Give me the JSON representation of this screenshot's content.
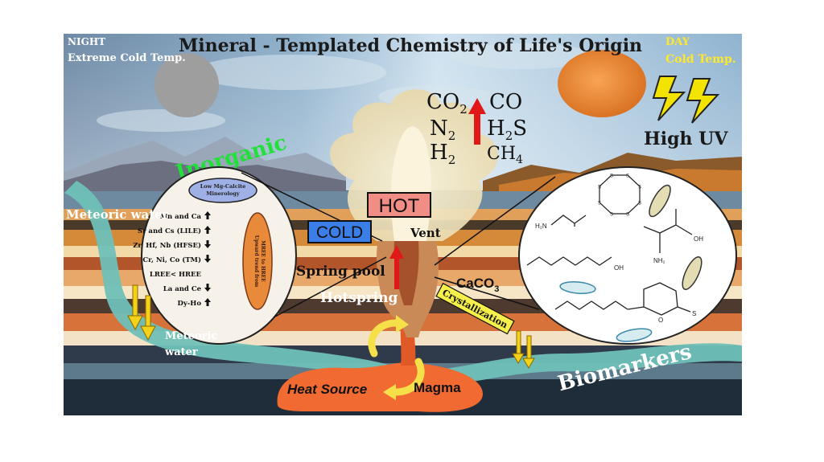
{
  "title": "Mineral - Templated Chemistry of Life's Origin",
  "night": {
    "line1": "NIGHT",
    "line2": "Extreme Cold Temp."
  },
  "day": {
    "line1": "DAY",
    "line2": "Cold Temp."
  },
  "uv_label": "High UV",
  "gases": {
    "left": [
      {
        "base": "CO",
        "sub": "2"
      },
      {
        "base": "N",
        "sub": "2"
      },
      {
        "base": "H",
        "sub": "2"
      }
    ],
    "right": [
      {
        "base": "CO",
        "sub": ""
      },
      {
        "base": "H",
        "sub": "2",
        "tail": "S"
      },
      {
        "base": "CH",
        "sub": "4"
      }
    ]
  },
  "labels": {
    "inorganic": "Inorganic",
    "meteoric_water_top": "Meteoric water",
    "meteoric_water_bottom": "Meteoric water",
    "hot": "HOT",
    "cold": "COLD",
    "vent": "Vent",
    "spring_pool": "Spring pool",
    "hotspring": "Hotspring",
    "caco3_base": "CaCO",
    "caco3_sub": "3",
    "crystallization": "Crystallization",
    "biomarkers": "Biomarkers",
    "heat_source": "Heat Source",
    "magma": "Magma"
  },
  "inorganic_panel": {
    "header_line1": "Low Mg-Calcite",
    "header_line2": "Minerology",
    "items": [
      {
        "text": "Mn and Ca",
        "arrow": "up"
      },
      {
        "text": "Sr and Cs (LILE)",
        "arrow": "up"
      },
      {
        "text": "Zr, Hf, Nb (HFSE)",
        "arrow": "down"
      },
      {
        "text": "Cr, Ni, Co (TM)",
        "arrow": "down"
      },
      {
        "text": "LREE< HREE",
        "arrow": ""
      },
      {
        "text": "La and Ce",
        "arrow": "down"
      },
      {
        "text": "Dy-Ho",
        "arrow": "up"
      }
    ],
    "side_line1": "Upward trend from",
    "side_line2": "MREE to HREE"
  },
  "molecules": {
    "s_ring": "S",
    "amide_n": "H₂N",
    "oh": "OH",
    "nh2": "NH₂",
    "chain_oh": "OH",
    "o": "O",
    "s": "S"
  },
  "colors": {
    "title": "#1a1a1a",
    "inorganic": "#22e03a",
    "day_text": "#ffe82a",
    "hot_box": "#f08d84",
    "cold_box": "#3c7ee8",
    "magma": "#f06a32",
    "sun": "#f28a3a",
    "moon": "#9e9e9e"
  }
}
